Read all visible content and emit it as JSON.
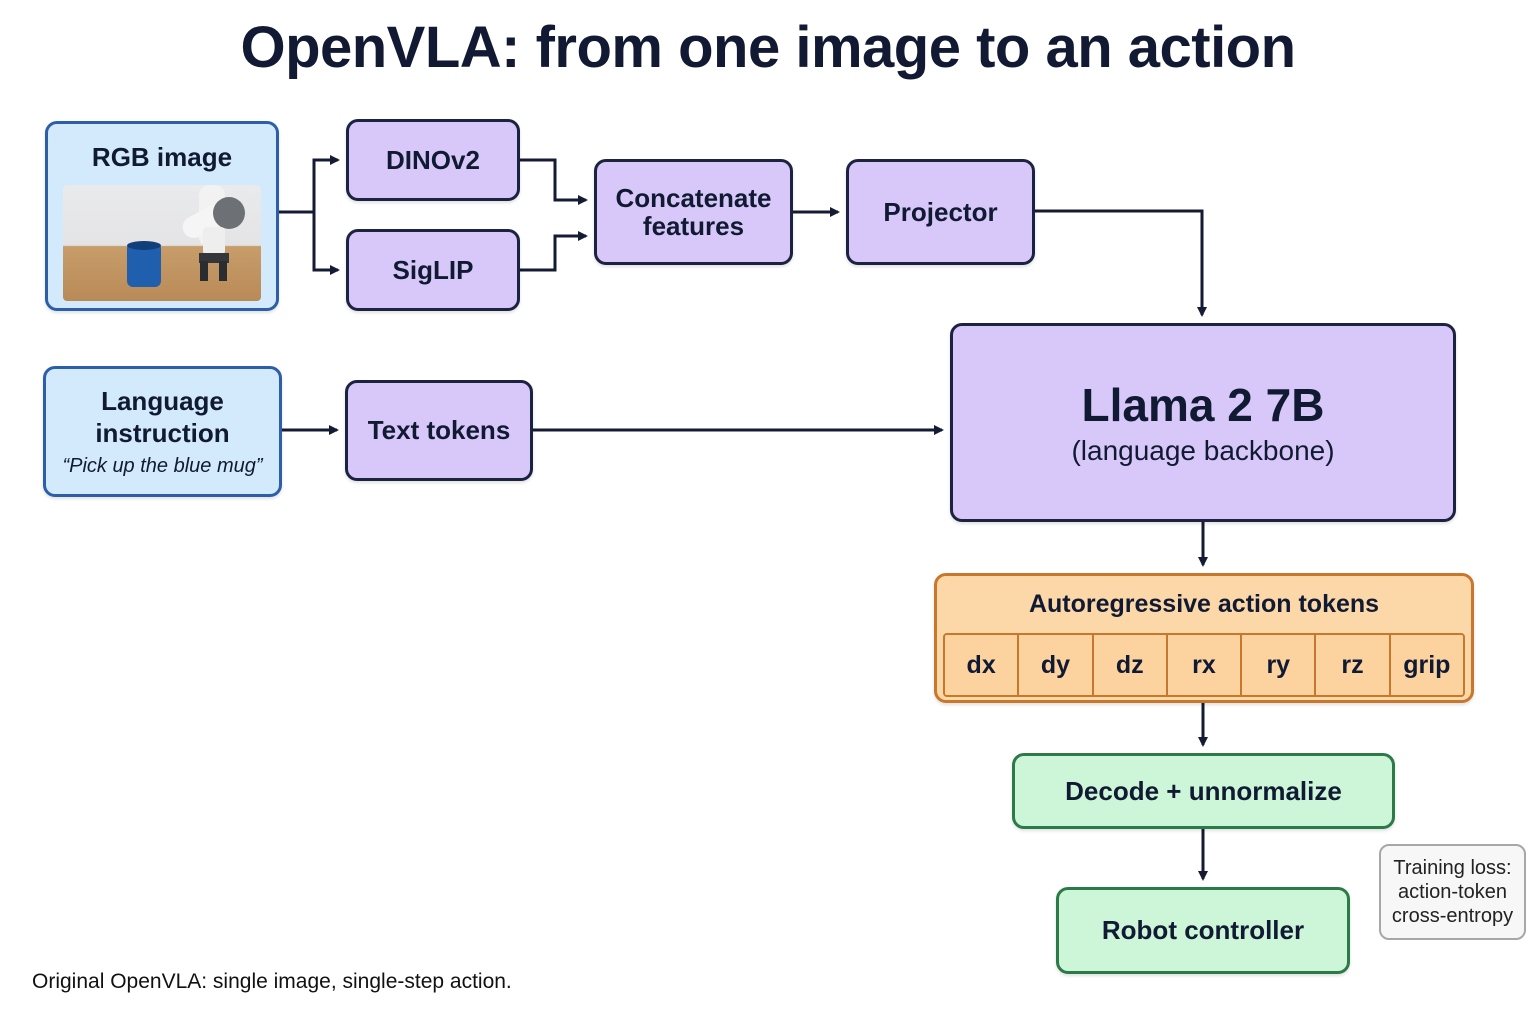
{
  "title": "OpenVLA: from one image to an action",
  "nodes": {
    "rgb_image": {
      "label": "RGB image"
    },
    "dinov2": {
      "label": "DINOv2"
    },
    "siglip": {
      "label": "SigLIP"
    },
    "concatenate": {
      "line1": "Concatenate",
      "line2": "features"
    },
    "projector": {
      "label": "Projector"
    },
    "language": {
      "line1": "Language",
      "line2": "instruction",
      "quote": "“Pick up the blue mug”"
    },
    "text_tokens": {
      "label": "Text tokens"
    },
    "llama": {
      "title": "Llama 2 7B",
      "subtitle": "(language backbone)"
    },
    "action_tokens": {
      "label": "Autoregressive action tokens",
      "tokens": [
        "dx",
        "dy",
        "dz",
        "rx",
        "ry",
        "rz",
        "grip"
      ]
    },
    "decode": {
      "label": "Decode + unnormalize"
    },
    "robot": {
      "label": "Robot controller"
    }
  },
  "note": {
    "line1": "Training loss:",
    "line2": "action-token",
    "line3": "cross-entropy"
  },
  "caption": "Original OpenVLA: single image, single-step action.",
  "colors": {
    "purple_fill": "#d8c8f9",
    "blue_fill": "#d3eafc",
    "green_fill": "#cdf5d8",
    "orange_fill": "#fcd8a9",
    "stroke": "#1b2340"
  }
}
